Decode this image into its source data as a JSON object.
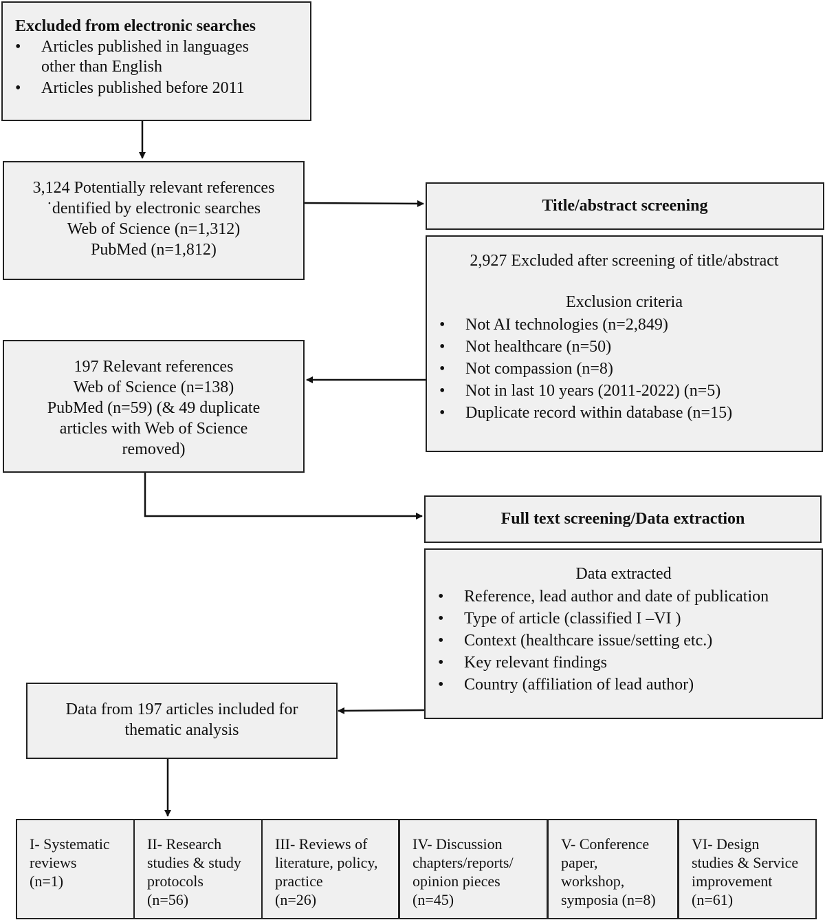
{
  "excluded_box": {
    "title": "Excluded from electronic searches",
    "items": [
      "Articles published in languages other than English",
      "Articles published before 2011"
    ]
  },
  "identified_box": {
    "lines": [
      "3,124 Potentially relevant references",
      "˙dentified by electronic searches",
      "Web of Science (n=1,312)",
      "PubMed (n=1,812)"
    ]
  },
  "title_screening": {
    "label": "Title/abstract screening"
  },
  "excluded_screening": {
    "summary": "2,927 Excluded after screening of title/abstract",
    "criteria_title": "Exclusion criteria",
    "items": [
      "Not AI technologies (n=2,849)",
      "Not healthcare (n=50)",
      "Not compassion (n=8)",
      "Not in last 10 years (2011-2022) (n=5)",
      "Duplicate record within database (n=15)"
    ]
  },
  "relevant_box": {
    "lines": [
      "197 Relevant references",
      "Web of Science (n=138)",
      "PubMed (n=59) (& 49 duplicate",
      "articles with Web of Science",
      "removed)"
    ]
  },
  "fulltext_screening": {
    "label": "Full text screening/Data extraction"
  },
  "data_extracted": {
    "title": "Data extracted",
    "items": [
      "Reference, lead author and date of publication",
      "Type of article (classified I –VI )",
      "Context (healthcare issue/setting etc.)",
      "Key relevant findings",
      "Country (affiliation of lead author)"
    ]
  },
  "included_box": {
    "lines": [
      "Data from 197 articles included for",
      "thematic analysis"
    ]
  },
  "categories": [
    {
      "lines": [
        "I- Systematic",
        "reviews",
        "(n=1)"
      ]
    },
    {
      "lines": [
        "II- Research",
        "studies & study",
        "protocols",
        "(n=56)"
      ]
    },
    {
      "lines": [
        "III- Reviews of",
        "literature, policy,",
        "practice",
        "(n=26)"
      ]
    },
    {
      "lines": [
        "IV- Discussion",
        "chapters/reports/",
        "opinion pieces",
        "(n=45)"
      ]
    },
    {
      "lines": [
        "V- Conference",
        "paper,",
        "workshop,",
        "symposia (n=8)"
      ]
    },
    {
      "lines": [
        "VI- Design",
        "studies & Service",
        "improvement",
        "(n=61)"
      ]
    }
  ]
}
